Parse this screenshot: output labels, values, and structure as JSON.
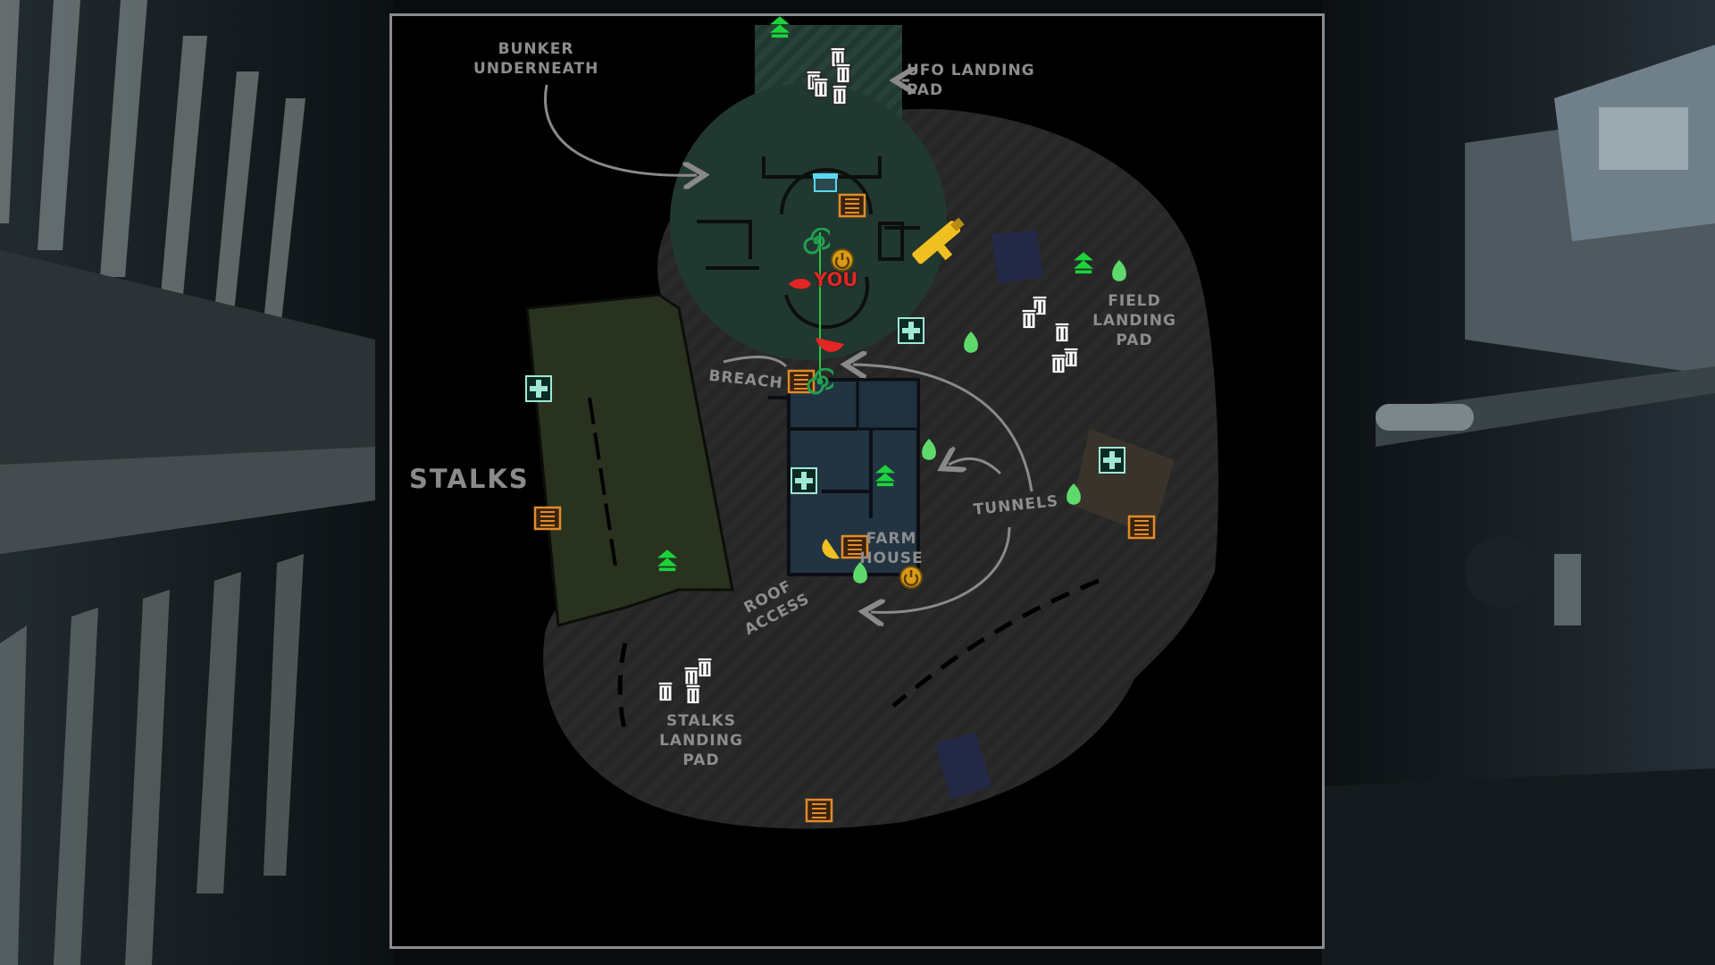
{
  "map": {
    "labels": {
      "bunker": "BUNKER\nUNDERNEATH",
      "ufo_pad": "UFO LANDING PAD",
      "field_pad": "FIELD\nLANDING\nPAD",
      "breach": "BREACH",
      "stalks": "STALKS",
      "tunnels": "TUNNELS",
      "farmhouse": "FARM\nHOUSE",
      "roof_access": "ROOF\nACCESS",
      "stalks_pad": "STALKS\nLANDING\nPAD"
    },
    "player_marker": "YOU",
    "colors": {
      "ground": "#262626",
      "bunker": "#213830",
      "stalks_field": "#29321f",
      "farmhouse": "#223342",
      "shed": "#3a332b",
      "ufo_pad": "#21382f",
      "label": "#8d8d8d",
      "player": "#e52525",
      "health": "#9fe8d5",
      "ammo_crate": "#e28b28",
      "upgrade_arrow": "#1bd43a",
      "alien_egg": "#5fd96b",
      "power": "#d99a18",
      "weapon": "#f0c020",
      "frame": "#8c8c8c"
    }
  }
}
